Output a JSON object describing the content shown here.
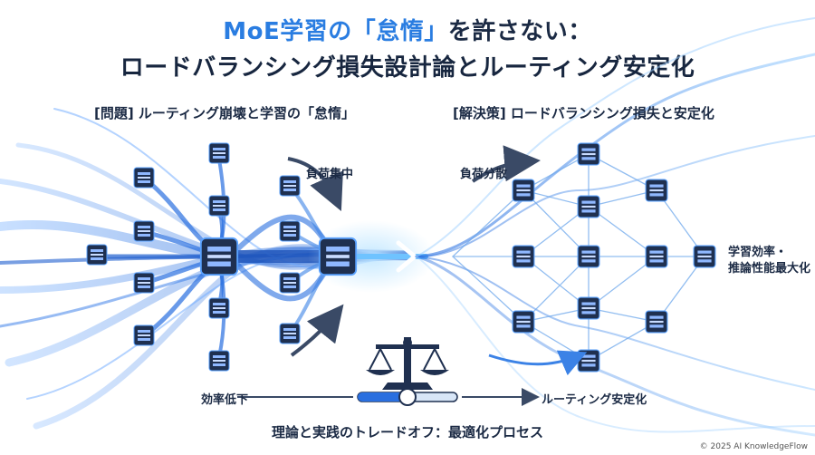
{
  "title": {
    "line1_prefix": "MoE学習の「怠惰」",
    "line1_suffix": "を許さない：",
    "line2": "ロードバランシング損失設計論とルーティング安定化"
  },
  "left": {
    "heading": "[問題] ルーティング崩壊と学習の「怠惰」",
    "load_concentration": "負荷集中",
    "efficiency_drop": "効率低下"
  },
  "right": {
    "heading": "[解決策] ロードバランシング損失と安定化",
    "load_distribution": "負荷分散",
    "result_line1": "学習効率・",
    "result_line2": "推論性能最大化",
    "routing_stable": "ルーティング安定化"
  },
  "bottom": {
    "caption": "理論と実践のトレードオフ：最適化プロセス"
  },
  "footer": {
    "copyright": "© 2025 AI KnowledgeFlow"
  },
  "colors": {
    "accent": "#2a7de1",
    "node_dark": "#1f3050",
    "flow_blue": "#3b82e6"
  }
}
